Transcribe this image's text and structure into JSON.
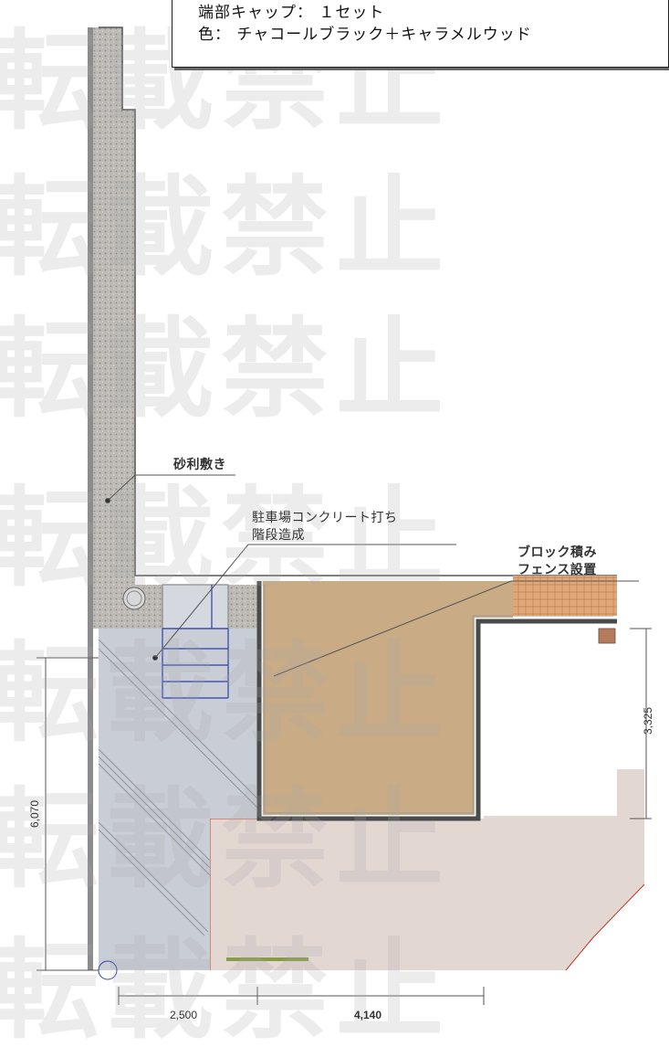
{
  "header": {
    "line1": "端部キャップ： １セット",
    "line2": "色： チャコールブラック＋キャラメルウッド"
  },
  "labels": {
    "gravel": "砂利敷き",
    "concrete_line1": "駐車場コンクリート打ち",
    "concrete_line2": "階段造成",
    "block_line1": "ブロック積み",
    "block_line2": "フェンス設置"
  },
  "dimensions": {
    "vertical_left": "6,070",
    "vertical_right": "3,325",
    "bottom_left": "2,500",
    "bottom_right": "4,140"
  },
  "watermark": {
    "text": "転載禁止"
  },
  "colors": {
    "gravel": "#b9b6b1",
    "concrete": "#c9ced6",
    "wood_deck": "#c9ab86",
    "pavement": "#e3d7d2",
    "tile": "#e0a878",
    "stair_lines": "#2c3fb0",
    "fence": "#555555",
    "boundary_red": "#c0392b"
  }
}
